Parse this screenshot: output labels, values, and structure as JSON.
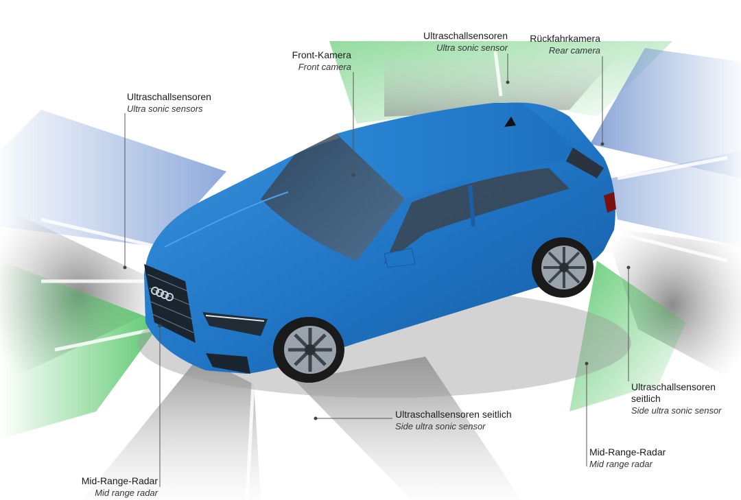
{
  "labels": {
    "front_camera": {
      "de": "Front-Kamera",
      "en": "Front camera"
    },
    "ultrasonic_top": {
      "de": "Ultraschallsensoren",
      "en": "Ultra sonic sensor"
    },
    "rear_camera": {
      "de": "Rückfahrkamera",
      "en": "Rear camera"
    },
    "ultrasonic_front": {
      "de": "Ultraschallsensoren",
      "en": "Ultra sonic sensors"
    },
    "side_ultrasonic_bottom": {
      "de": "Ultraschallsensoren seitlich",
      "en": "Side ultra sonic sensor"
    },
    "side_ultrasonic_right": {
      "de1": "Ultraschallsensoren",
      "de2": "seitlich",
      "en": "Side ultra sonic sensor"
    },
    "radar_front": {
      "de": "Mid-Range-Radar",
      "en": "Mid range radar"
    },
    "radar_rear": {
      "de": "Mid-Range-Radar",
      "en": "Mid range radar"
    }
  },
  "colors": {
    "car_body": "#1f74c4",
    "ultrasonic_zone": "#8fa9d8",
    "radar_zone": "#4fbf5f",
    "ground_zone": "#9a9a9a",
    "leader_line": "#555555"
  }
}
